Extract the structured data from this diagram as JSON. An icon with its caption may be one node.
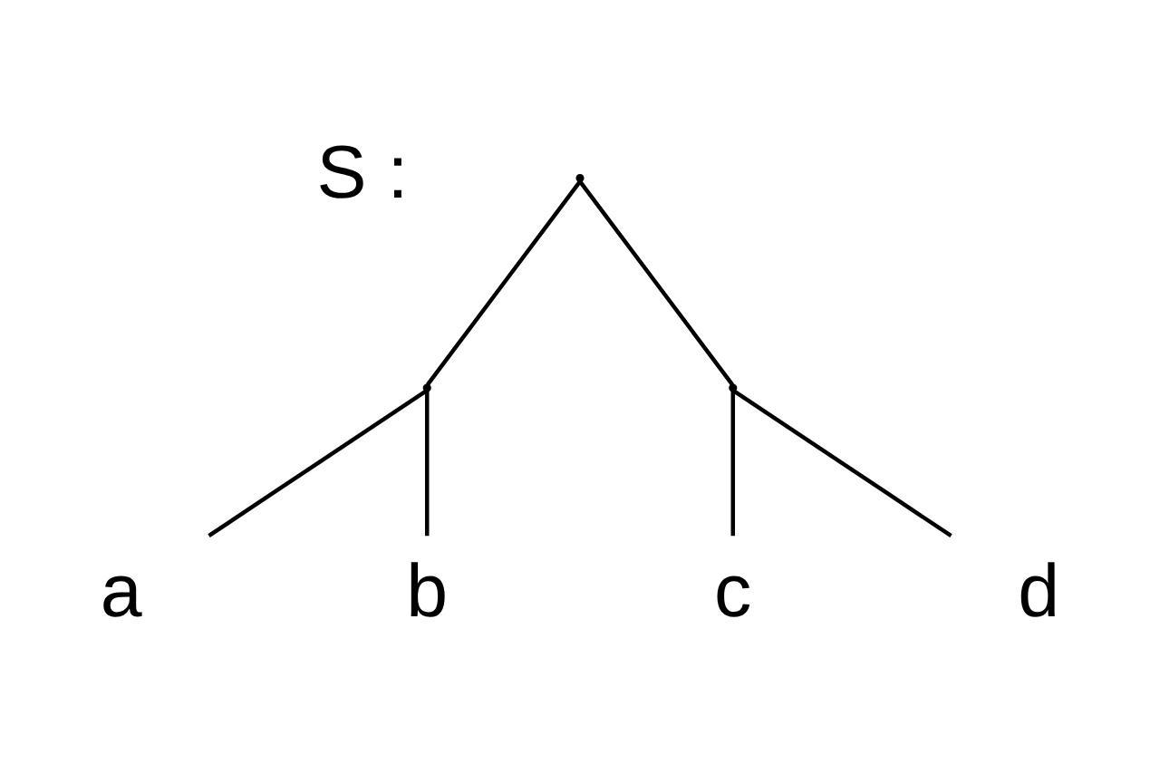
{
  "diagram": {
    "nodes": [
      {
        "text": [],
        "shape": "point"
      },
      {
        "text": [],
        "shape": "point"
      },
      {
        "text": [],
        "shape": "point"
      },
      {
        "text": [
          "a"
        ]
      },
      {
        "text": [
          "b"
        ]
      },
      {
        "text": [
          "c"
        ]
      },
      {
        "text": [
          "d"
        ]
      }
    ],
    "edges": [
      {
        "from": 0,
        "to": 1,
        "arrow": "none"
      },
      {
        "from": 0,
        "to": 2,
        "arrow": "none"
      },
      {
        "from": 1,
        "to": 3,
        "arrow": "none"
      },
      {
        "from": 1,
        "to": 4,
        "arrow": "none"
      },
      {
        "from": 2,
        "to": 5,
        "arrow": "none"
      },
      {
        "from": 2,
        "to": 6,
        "arrow": "none"
      }
    ],
    "labels": [
      "S :"
    ]
  }
}
